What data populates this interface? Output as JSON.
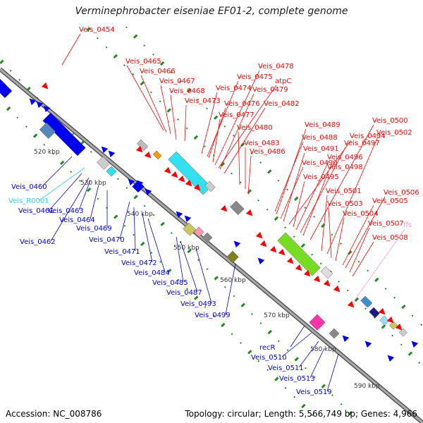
{
  "title": "Verminephrobacter eiseniae EF01-2, complete genome",
  "footer": {
    "accession": "Accession: NC_008786",
    "summary": "Topology: circular; Length: 5,566,749 bp; Genes: 4,966"
  },
  "colors": {
    "backbone": "#8a8a8a",
    "plus_gene": "#ff0000",
    "minus_gene": "#0000ee",
    "rna_gene": "#33ccff",
    "misc_feature": "#ff99cc",
    "tick_dot": "#228b22"
  },
  "ticks": [
    "520 kbp",
    "530 kbp",
    "540 kbp",
    "550 kbp",
    "560 kbp",
    "570 kbp",
    "580 kbp",
    "590 kbp"
  ],
  "plus_labels": [
    "Veis_0454",
    "Veis_0465",
    "Veis_0466",
    "Veis_0467",
    "Veis_0468",
    "Veis_0473",
    "Veis_0474",
    "Veis_0475",
    "Veis_0476",
    "Veis_0477",
    "Veis_0478",
    "atpC",
    "Veis_0479",
    "Veis_0480",
    "Veis_0482",
    "Veis_0483",
    "Veis_0486",
    "Veis_0488",
    "Veis_0489",
    "Veis_0490",
    "Veis_0491",
    "Veis_0494",
    "Veis_0495",
    "Veis_0496",
    "Veis_0497",
    "Veis_0498",
    "Veis_0500",
    "Veis_0501",
    "Veis_0502",
    "Veis_0503",
    "Veis_0504",
    "Veis_0505",
    "Veis_0506",
    "Veis_0507",
    "Veis_0508",
    "ffs"
  ],
  "minus_labels": [
    "Veis_0460",
    "Veis_R0001",
    "Veis_0461",
    "Veis_0462",
    "Veis_0463",
    "Veis_0464",
    "Veis_0469",
    "Veis_0470",
    "Veis_0471",
    "Veis_0472",
    "Veis_0484",
    "Veis_0485",
    "Veis_0487",
    "Veis_0493",
    "Veis_0499",
    "recR",
    "Veis_0510",
    "Veis_0511",
    "Veis_0513",
    "Veis_0519"
  ]
}
